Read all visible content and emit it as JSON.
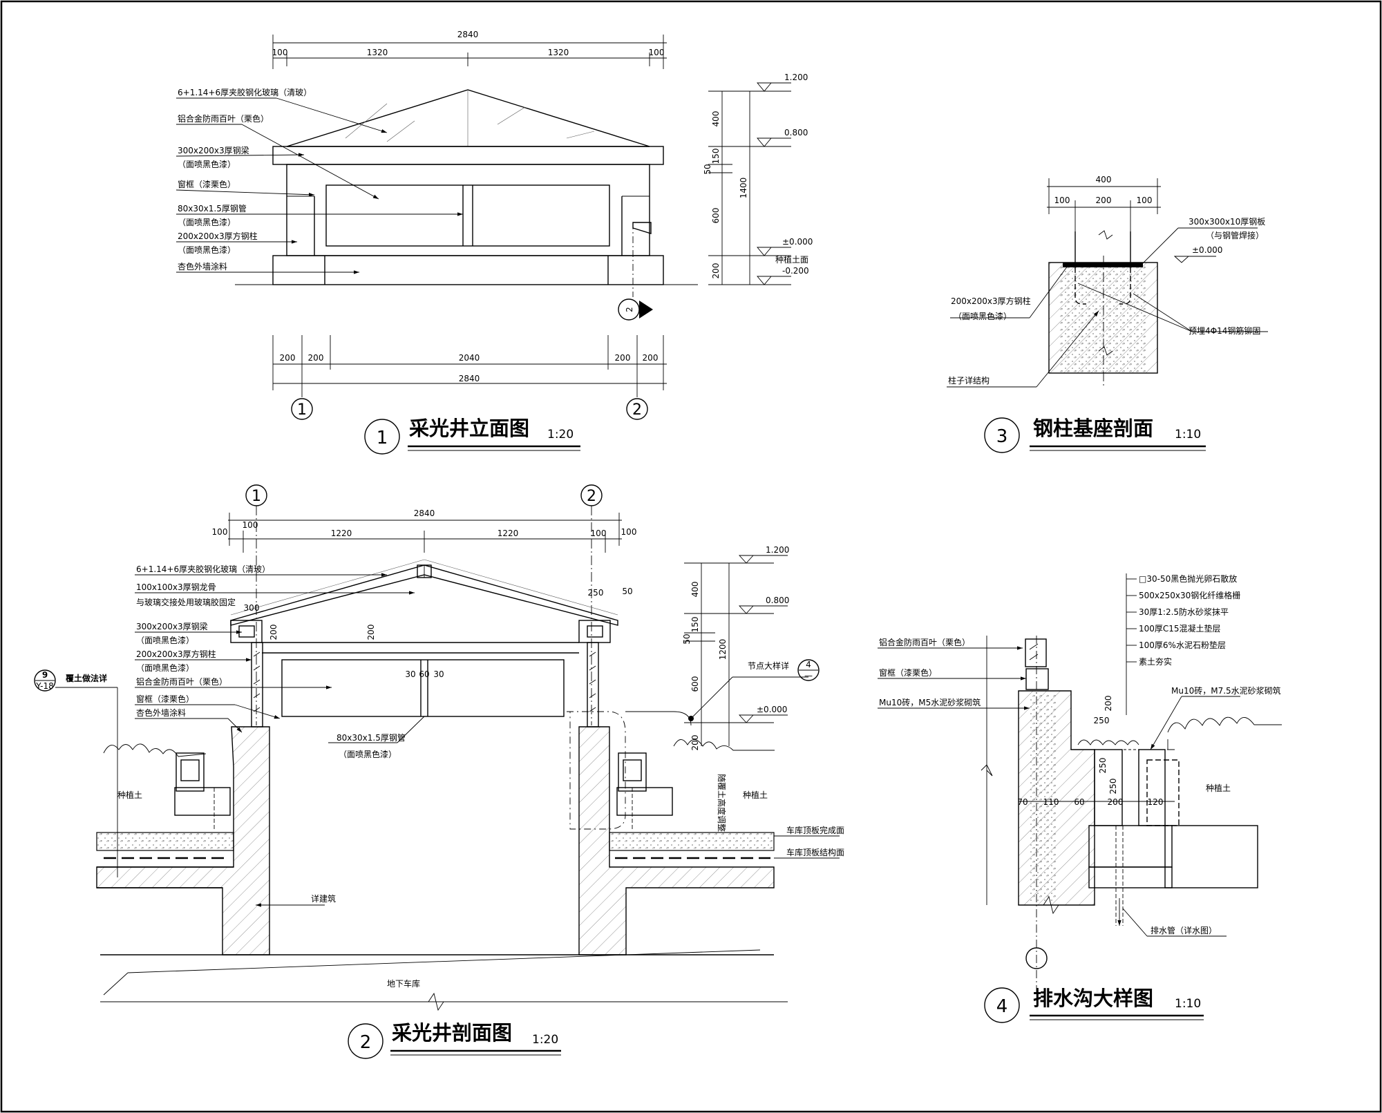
{
  "drawing1": {
    "number": "1",
    "title": "采光井立面图",
    "scale": "1:20",
    "dims_top": {
      "overall": "2840",
      "left_edge": "100",
      "left_bay": "1320",
      "right_bay": "1320",
      "right_edge": "100"
    },
    "dims_bottom": {
      "overall": "2840",
      "a": "200",
      "b": "200",
      "c": "2040",
      "d": "200",
      "e": "200"
    },
    "dims_vertical": {
      "total": "1400",
      "roof": "400",
      "beam": "150",
      "gap": "50",
      "louver": "600",
      "base": "200"
    },
    "levels": {
      "top": "1.200",
      "mid": "0.800",
      "zero": "±0.000",
      "ground_label": "种植土面",
      "ground": "-0.200"
    },
    "axes": [
      "1",
      "2"
    ],
    "section_mark": "2",
    "notes": [
      "6+1.14+6厚夹胶钢化玻璃（清玻）",
      "铝合金防雨百叶（栗色）",
      "300x200x3厚钢梁",
      "（面喷黑色漆）",
      "窗框（漆栗色）",
      "80x30x1.5厚钢管",
      "（面喷黑色漆）",
      "200x200x3厚方钢柱",
      "（面喷黑色漆）",
      "杏色外墙涂料"
    ]
  },
  "drawing2": {
    "number": "2",
    "title": "采光井剖面图",
    "scale": "1:20",
    "axes": [
      "1",
      "2"
    ],
    "dims_top": {
      "overall": "2840",
      "o1": "100",
      "o2": "100",
      "left_bay": "1220",
      "right_bay": "1220",
      "o3": "100",
      "o4": "100"
    },
    "dims_misc": {
      "d300": "300",
      "d200a": "200",
      "d200b": "200",
      "d250": "250",
      "d50": "50",
      "d30a": "30",
      "d60": "60",
      "d30b": "30",
      "d200c": "200"
    },
    "dims_vertical": {
      "roof": "400",
      "beam": "150",
      "gap": "50",
      "total": "1200",
      "louver": "600"
    },
    "levels": {
      "top": "1.200",
      "mid": "0.800",
      "zero": "±0.000"
    },
    "notes_left": [
      "6+1.14+6厚夹胶钢化玻璃（清玻）",
      "100x100x3厚钢龙骨",
      "与玻璃交接处用玻璃胶固定",
      "300x200x3厚钢梁",
      "（面喷黑色漆）",
      "200x200x3厚方钢柱",
      "（面喷黑色漆）",
      "铝合金防雨百叶（栗色）",
      "窗框（漆栗色）",
      "杏色外墙涂料"
    ],
    "note_tube": "80x30x1.5厚钢管",
    "note_tube_sub": "（面喷黑色漆）",
    "note_detail": "节点大样详",
    "detail_bubble": {
      "top": "4",
      "bottom": "—"
    },
    "soil_ref_bubble": {
      "top": "9",
      "bottom": "Y-18"
    },
    "soil_ref_label": "覆土做法详",
    "label_soil_left": "种植土",
    "label_soil_right": "种植土",
    "label_adjust": "随覆土高度调整",
    "label_slab_finish": "车库顶板完成面",
    "label_slab_struct": "车库顶板结构面",
    "label_arch": "详建筑",
    "label_garage": "地下车库"
  },
  "drawing3": {
    "number": "3",
    "title": "钢柱基座剖面",
    "scale": "1:10",
    "dims": {
      "overall": "400",
      "a": "100",
      "b": "200",
      "c": "100"
    },
    "level": "±0.000",
    "notes": {
      "plate": "300x300x10厚钢板",
      "plate_sub": "（与钢管焊接）",
      "column": "200x200x3厚方钢柱",
      "column_sub": "（面喷黑色漆）",
      "rebar": "预埋4Φ14钢筋铆固",
      "struct": "柱子详结构"
    }
  },
  "drawing4": {
    "number": "4",
    "title": "排水沟大样图",
    "scale": "1:10",
    "layers": [
      "□30-50黑色抛光卵石散放",
      "500x250x30钢化纤维格栅",
      "30厚1:2.5防水砂浆抹平",
      "100厚C15混凝土垫层",
      "100厚6%水泥石粉垫层",
      "素土夯实"
    ],
    "notes_left": [
      "铝合金防雨百叶（栗色）",
      "窗框（漆栗色）",
      "Mu10砖，M5水泥砂浆砌筑"
    ],
    "note_right": "Mu10砖，M7.5水泥砂浆砌筑",
    "label_soil": "种植土",
    "label_pipe": "排水管（详水图）",
    "dims": {
      "d250a": "250",
      "d200": "200",
      "d250b": "250",
      "d250c": "250",
      "d70": "70",
      "d110": "110",
      "d60": "60",
      "d200b": "200",
      "d120": "120"
    }
  }
}
